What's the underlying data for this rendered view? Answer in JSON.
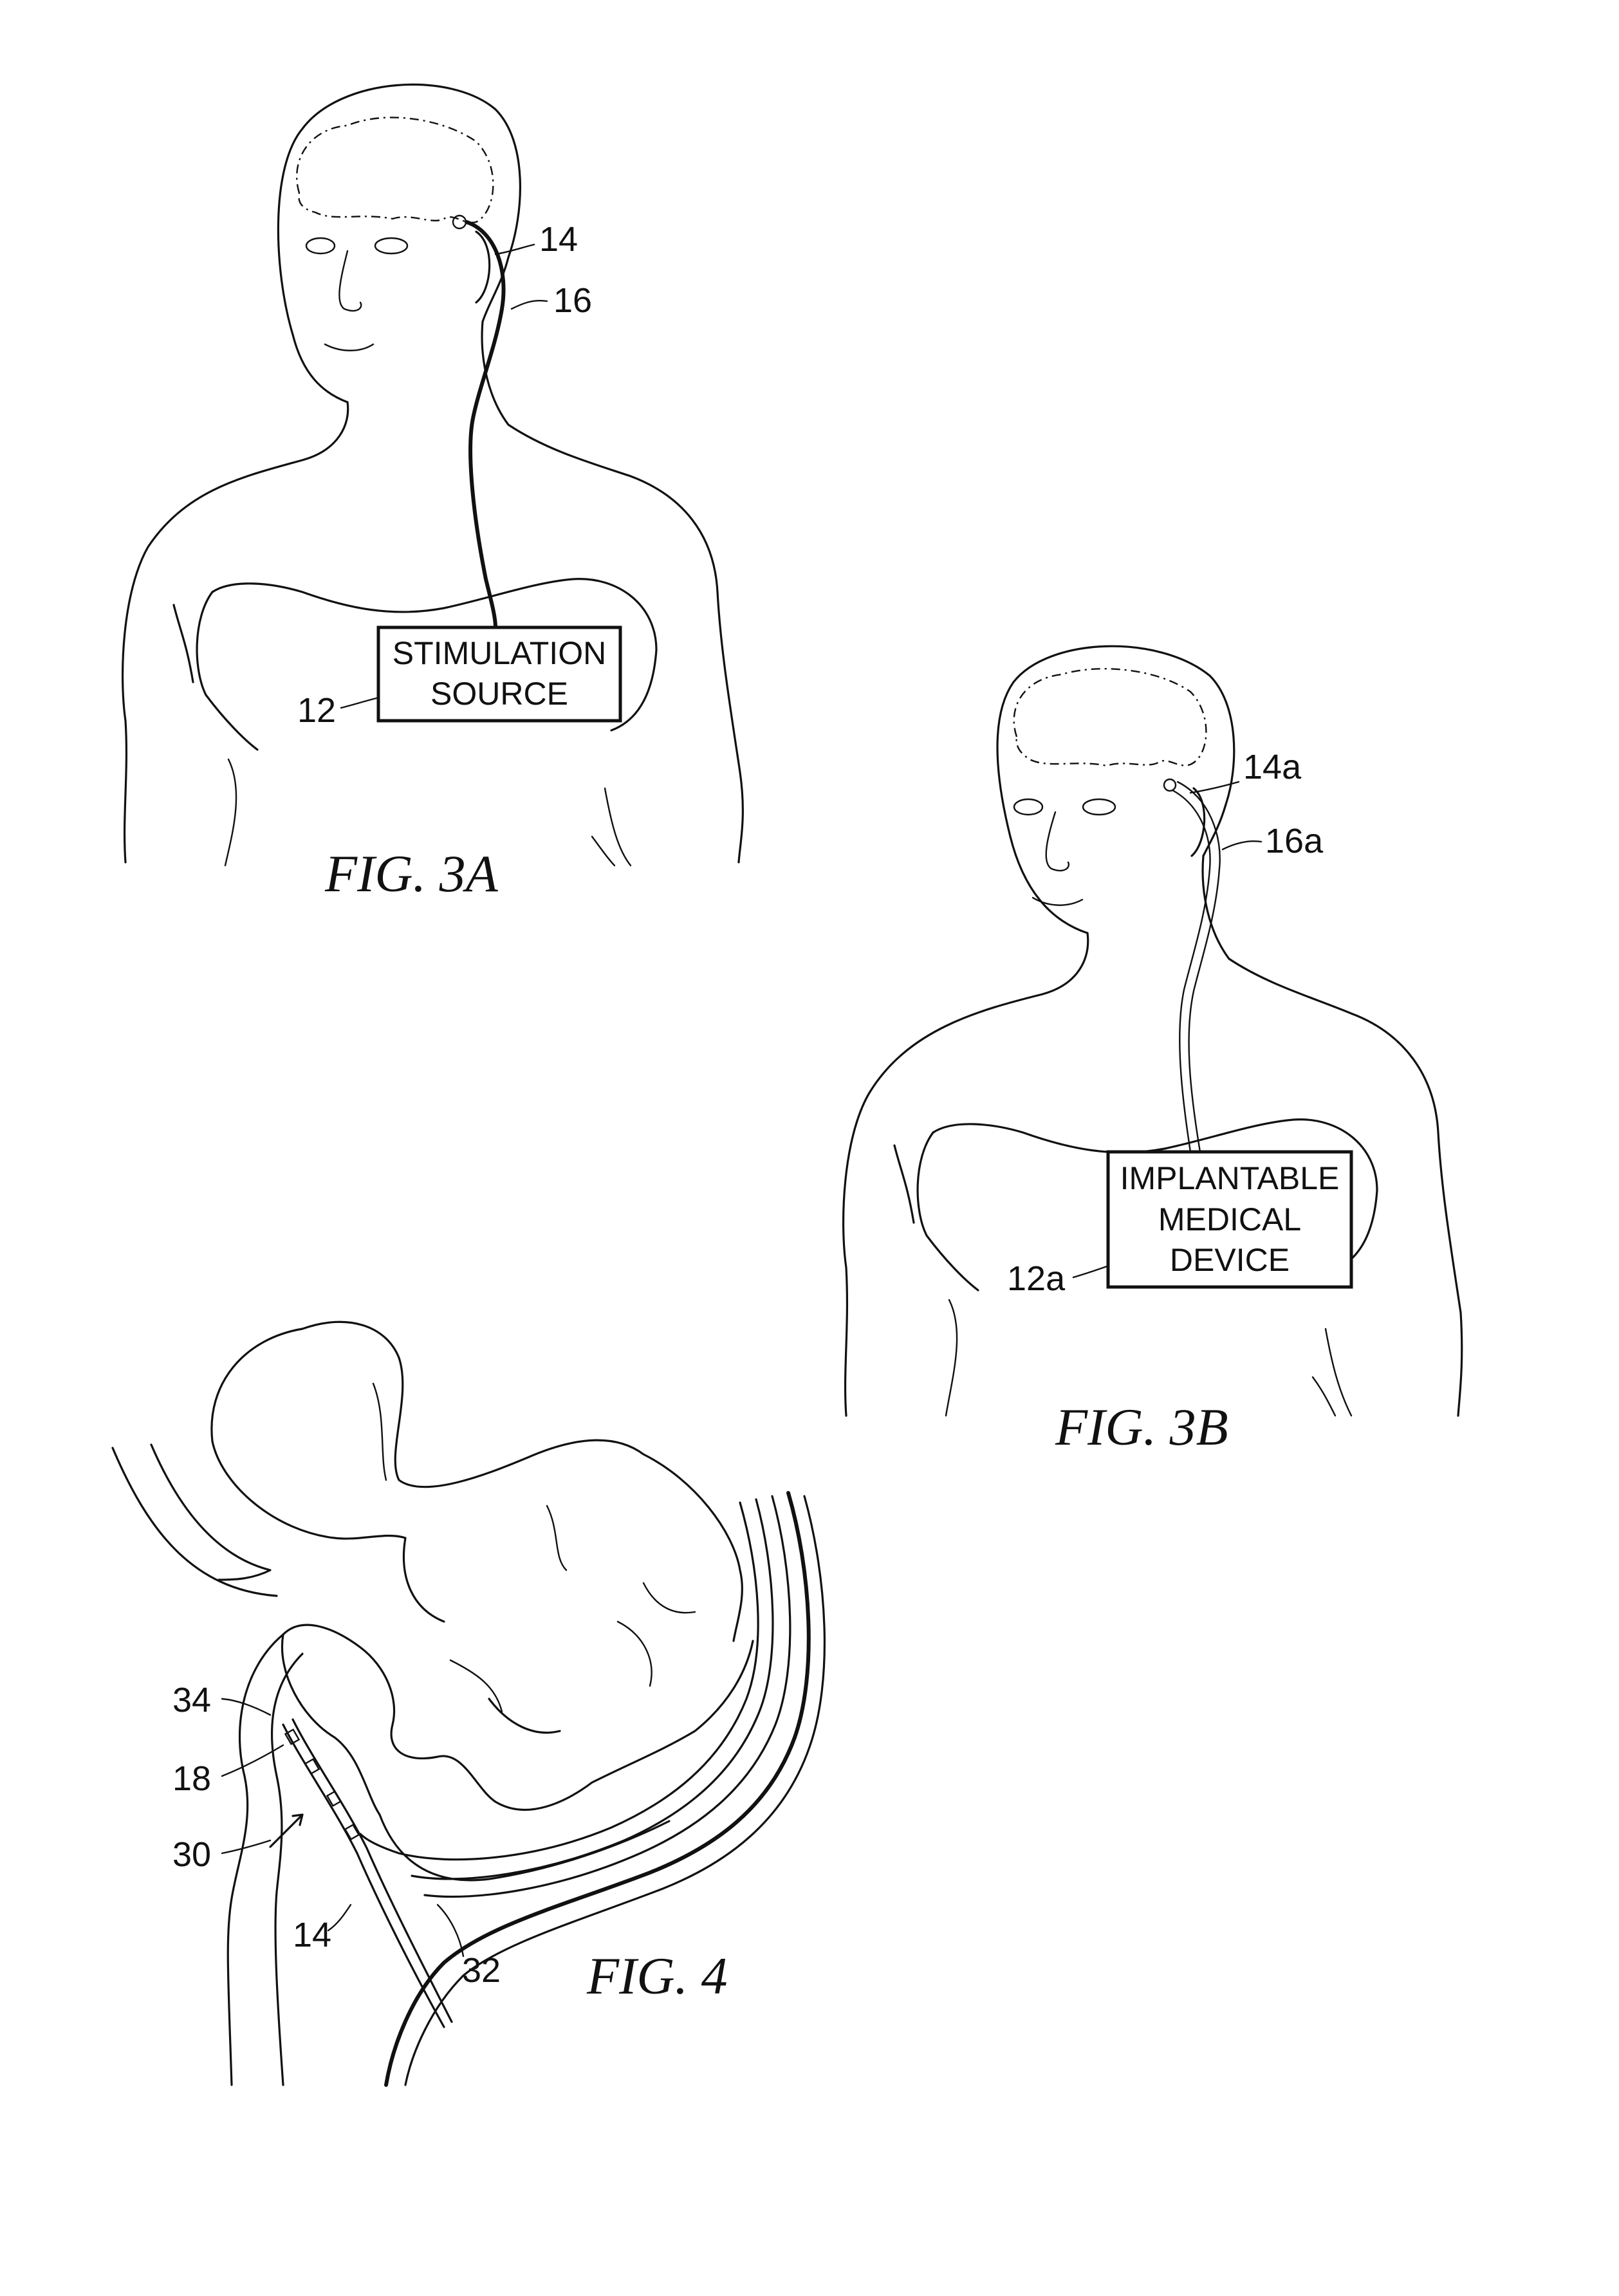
{
  "figures": {
    "fig3a": {
      "caption": "FIG. 3A",
      "box_lines": [
        "STIMULATION",
        "SOURCE"
      ],
      "refs": {
        "electrode": "14",
        "lead": "16",
        "source": "12"
      }
    },
    "fig3b": {
      "caption": "FIG. 3B",
      "box_lines": [
        "IMPLANTABLE",
        "MEDICAL",
        "DEVICE"
      ],
      "refs": {
        "electrode": "14a",
        "lead": "16a",
        "device": "12a"
      }
    },
    "fig4": {
      "caption": "FIG. 4",
      "refs": {
        "r34": "34",
        "r18": "18",
        "r30": "30",
        "r14": "14",
        "r32": "32"
      }
    }
  }
}
